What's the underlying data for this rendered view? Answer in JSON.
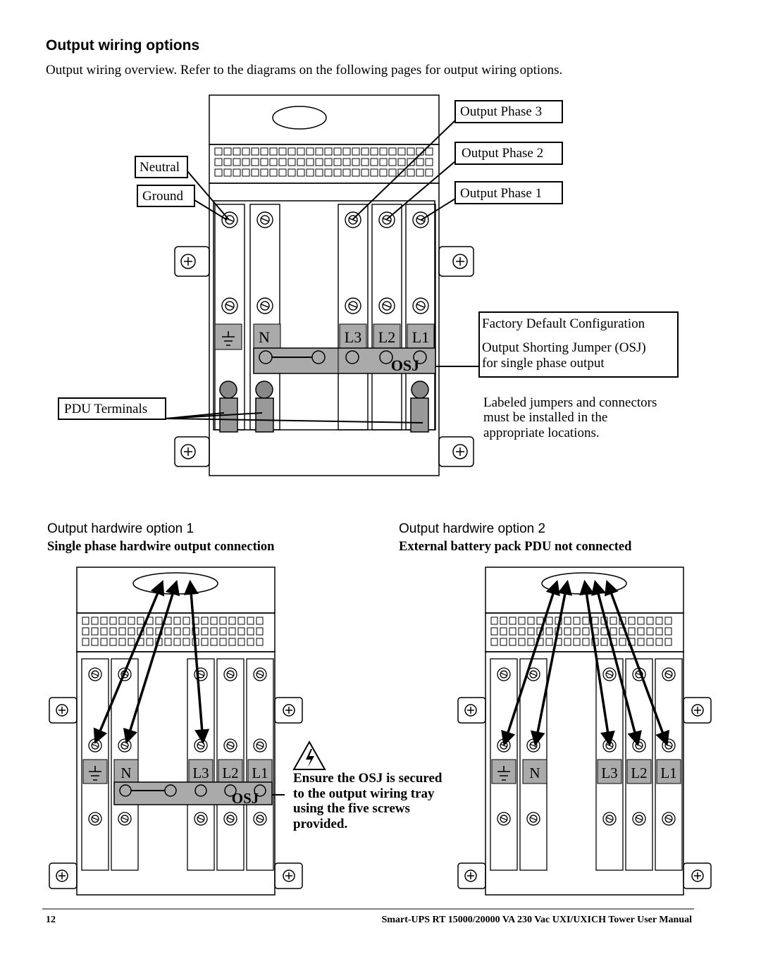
{
  "page": {
    "title": "Output wiring options",
    "intro": "Output wiring overview. Refer to the diagrams on the following pages for output wiring options."
  },
  "overview": {
    "callouts": {
      "phase3": "Output Phase 3",
      "phase2": "Output Phase 2",
      "phase1": "Output Phase 1",
      "neutral": "Neutral",
      "ground": "Ground",
      "pdu": "PDU Terminals"
    },
    "factory": {
      "title": "Factory Default Configuration",
      "osj_line1": "Output Shorting Jumper (OSJ)",
      "osj_line2": "for single phase output"
    },
    "note": [
      "Labeled jumpers and connectors",
      "must be installed in the",
      "appropriate locations."
    ],
    "terminal_labels": [
      "N",
      "L3",
      "L2",
      "L1"
    ],
    "osj_label": "OSJ"
  },
  "option1": {
    "heading": "Output hardwire option 1",
    "subheading": "Single phase hardwire output connection",
    "terminal_labels": [
      "N",
      "L3",
      "L2",
      "L1"
    ],
    "osj_label": "OSJ"
  },
  "option2": {
    "heading": "Output hardwire option 2",
    "subheading": "External battery pack PDU not connected",
    "terminal_labels": [
      "N",
      "L3",
      "L2",
      "L1"
    ]
  },
  "warning": {
    "icon": "electrical-hazard-icon",
    "lines": [
      "Ensure the OSJ is secured",
      "to the output wiring tray",
      "using the five screws",
      "provided."
    ]
  },
  "footer": {
    "page_number": "12",
    "manual_title": "Smart-UPS RT 15000/20000 VA  230 Vac  UXI/UXICH  Tower  User Manual"
  },
  "colors": {
    "terminal_gray": "#aaaaaa",
    "line": "#000000",
    "background": "#ffffff"
  }
}
